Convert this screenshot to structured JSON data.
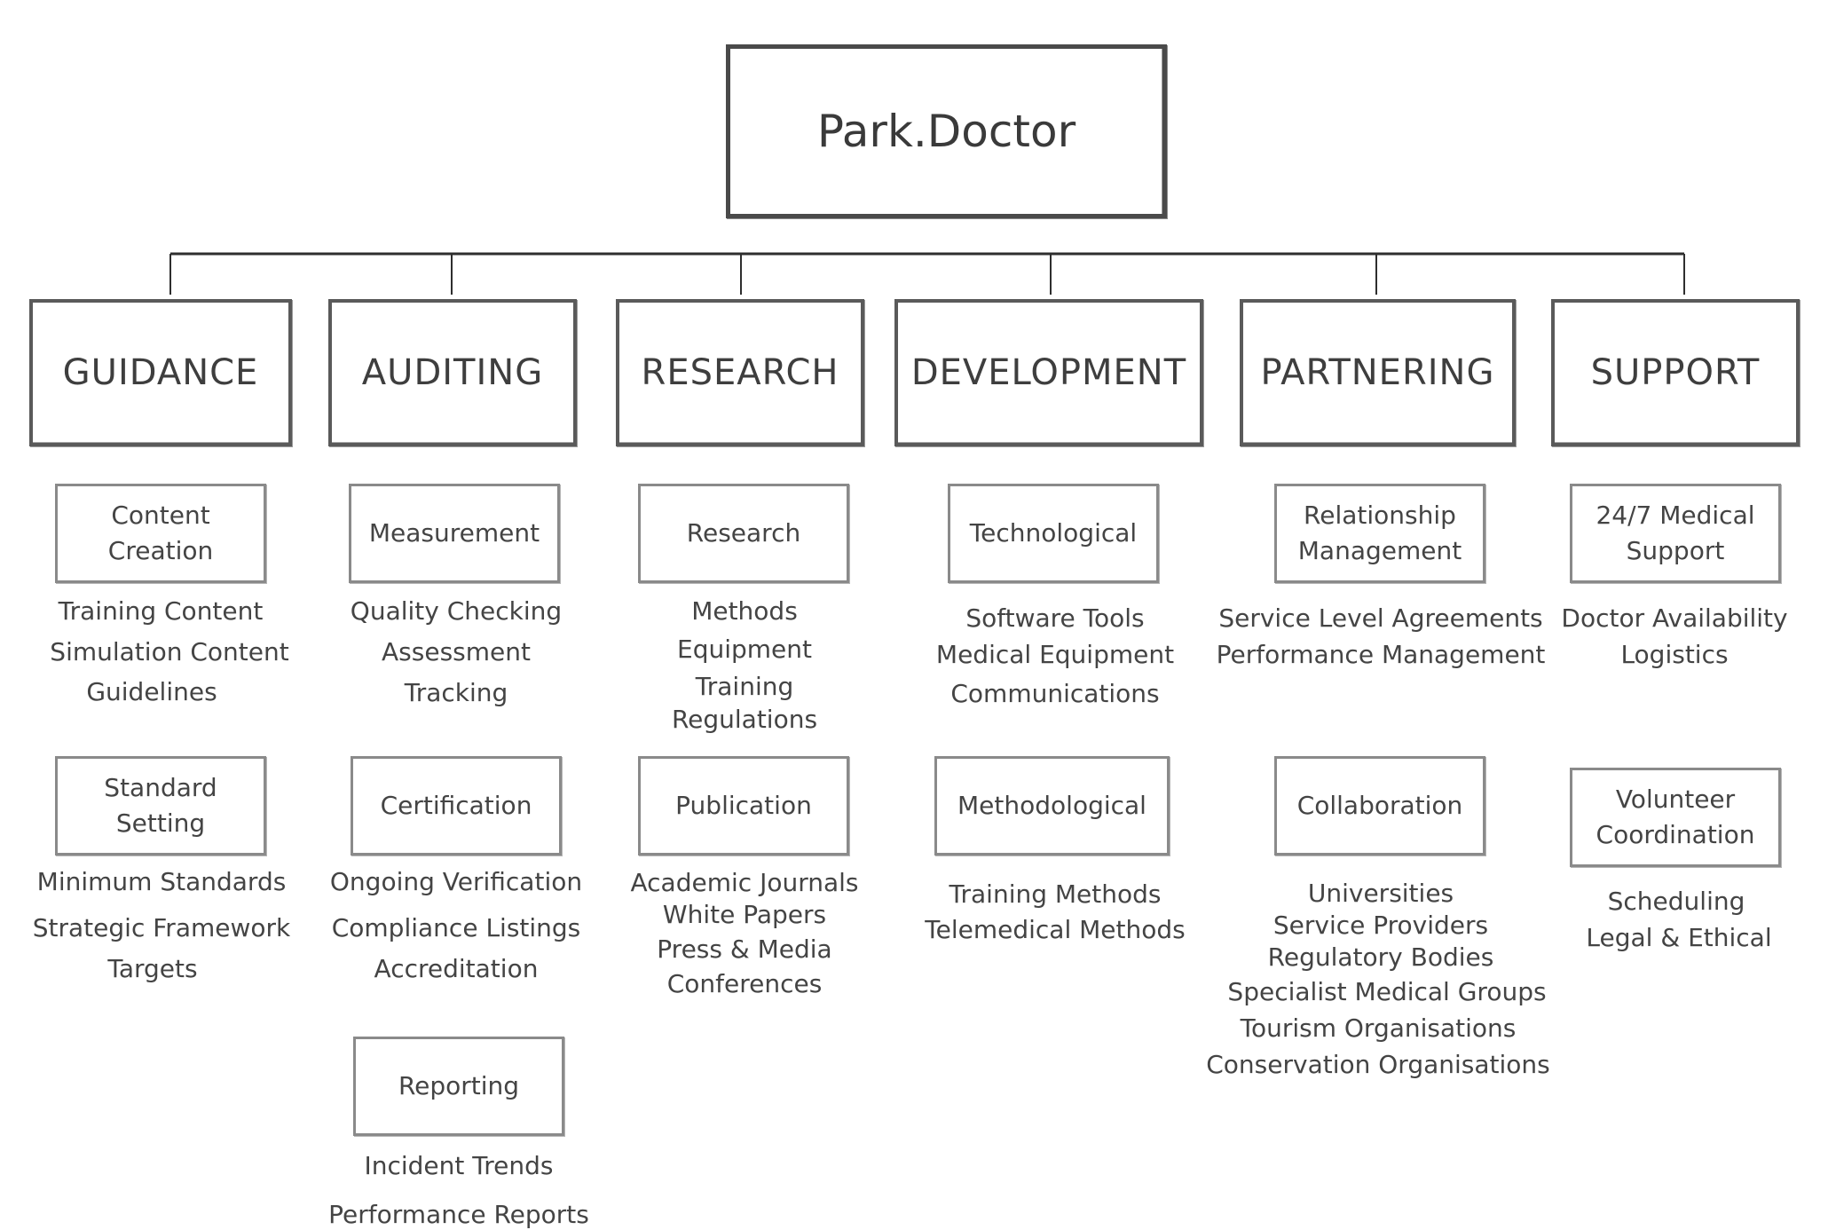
{
  "root": {
    "label": "Park.Doctor"
  },
  "categories": [
    {
      "label": "GUIDANCE",
      "groups": [
        {
          "label": "Content\nCreation",
          "items": [
            "Training Content",
            "Simulation Content",
            "Guidelines"
          ]
        },
        {
          "label": "Standard\nSetting",
          "items": [
            "Minimum Standards",
            "Strategic Framework",
            "Targets"
          ]
        }
      ]
    },
    {
      "label": "AUDITING",
      "groups": [
        {
          "label": "Measurement",
          "items": [
            "Quality Checking",
            "Assessment",
            "Tracking"
          ]
        },
        {
          "label": "Certification",
          "items": [
            "Ongoing Verification",
            "Compliance Listings",
            "Accreditation"
          ]
        },
        {
          "label": "Reporting",
          "items": [
            "Incident Trends",
            "Performance Reports"
          ]
        }
      ]
    },
    {
      "label": "RESEARCH",
      "groups": [
        {
          "label": "Research",
          "items": [
            "Methods",
            "Equipment",
            "Training",
            "Regulations"
          ]
        },
        {
          "label": "Publication",
          "items": [
            "Academic Journals",
            "White Papers",
            "Press & Media",
            "Conferences"
          ]
        }
      ]
    },
    {
      "label": "DEVELOPMENT",
      "groups": [
        {
          "label": "Technological",
          "items": [
            "Software Tools",
            "Medical Equipment",
            "Communications"
          ]
        },
        {
          "label": "Methodological",
          "items": [
            "Training Methods",
            "Telemedical Methods"
          ]
        }
      ]
    },
    {
      "label": "PARTNERING",
      "groups": [
        {
          "label": "Relationship\nManagement",
          "items": [
            "Service Level Agreements",
            "Performance Management"
          ]
        },
        {
          "label": "Collaboration",
          "items": [
            "Universities",
            "Service Providers",
            "Regulatory Bodies",
            "Specialist Medical Groups",
            "Tourism Organisations",
            "Conservation Organisations"
          ]
        }
      ]
    },
    {
      "label": "SUPPORT",
      "groups": [
        {
          "label": "24/7 Medical\nSupport",
          "items": [
            "Doctor Availability",
            "Logistics"
          ]
        },
        {
          "label": "Volunteer\nCoordination",
          "items": [
            "Scheduling",
            "Legal & Ethical"
          ]
        }
      ]
    }
  ]
}
